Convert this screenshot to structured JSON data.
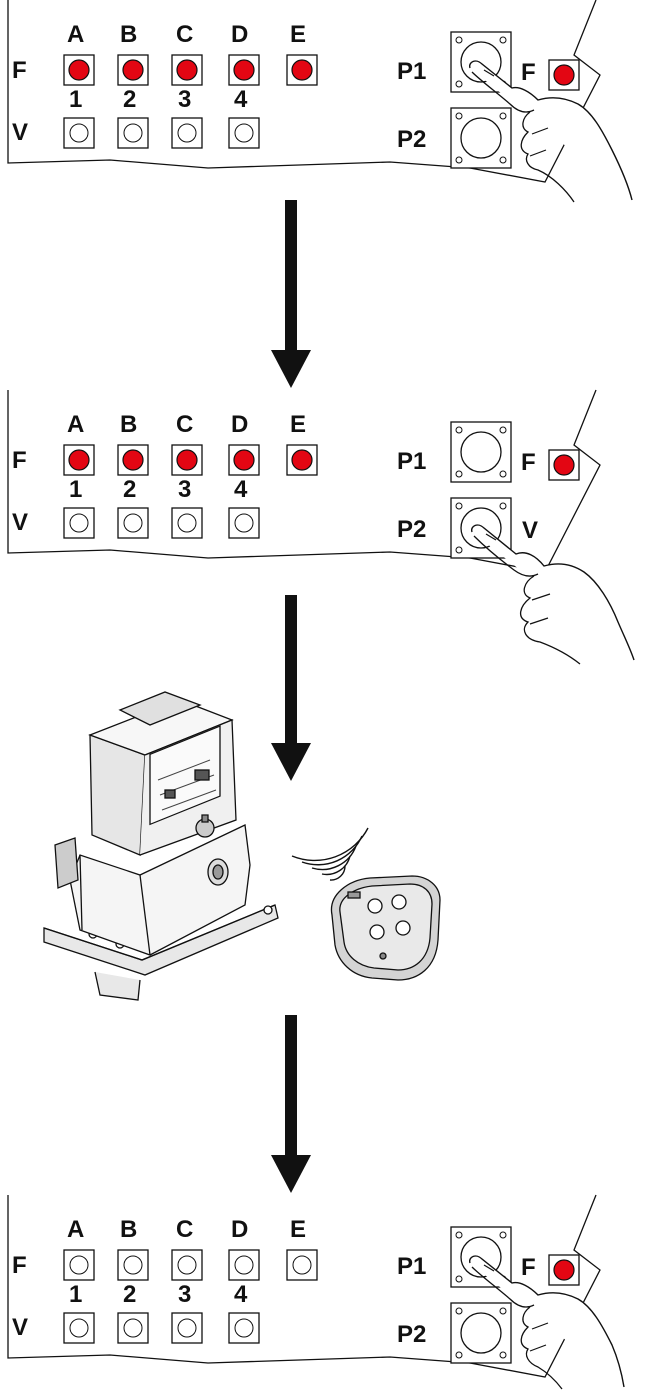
{
  "colors": {
    "led_on": "#e30613",
    "led_off": "#ffffff",
    "line": "#111111",
    "device_body": "#f2f2f2"
  },
  "legend": {
    "f_row_label": "F",
    "v_row_label": "V",
    "f_columns": [
      "A",
      "B",
      "C",
      "D",
      "E"
    ],
    "v_columns": [
      "1",
      "2",
      "3",
      "4"
    ],
    "button_1": "P1",
    "button_2": "P2",
    "status_f": "F",
    "status_v": "V"
  },
  "steps": [
    {
      "name": "step-1",
      "f_leds_on": [
        true,
        true,
        true,
        true,
        true
      ],
      "v_leds_on": [
        false,
        false,
        false,
        false
      ],
      "pressed_button": "P1",
      "status_led_on": true,
      "show_v_label": false
    },
    {
      "name": "step-2",
      "f_leds_on": [
        true,
        true,
        true,
        true,
        true
      ],
      "v_leds_on": [
        false,
        false,
        false,
        false
      ],
      "pressed_button": "P2",
      "status_led_on": true,
      "show_v_label": true
    },
    {
      "name": "step-3",
      "device": "motor-with-remote"
    },
    {
      "name": "step-4",
      "f_leds_on": [
        false,
        false,
        false,
        false,
        false
      ],
      "v_leds_on": [
        false,
        false,
        false,
        false
      ],
      "pressed_button": "P1",
      "status_led_on": true,
      "show_v_label": false
    }
  ]
}
